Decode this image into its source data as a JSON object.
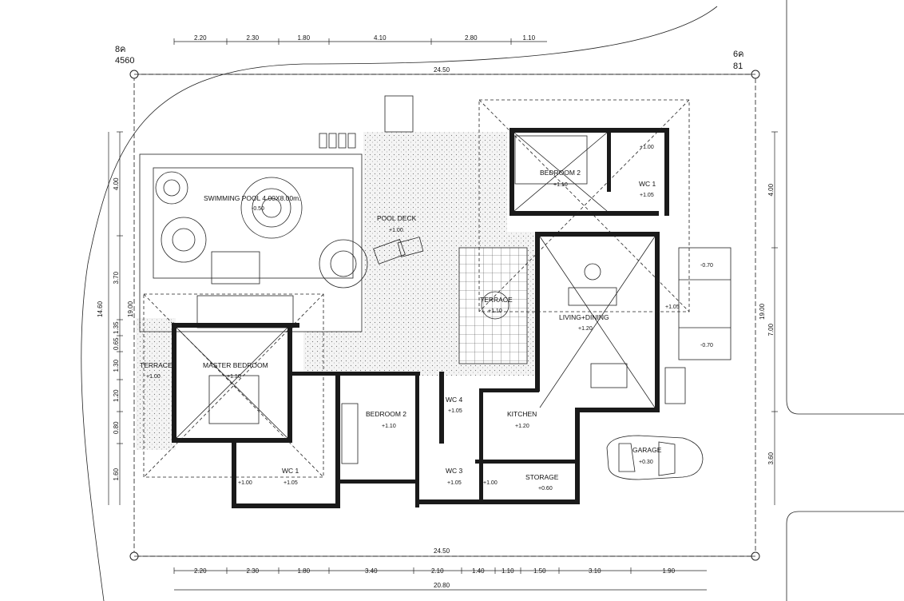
{
  "corner_labels": {
    "top_left_code": "8ค",
    "top_left_number": "4560",
    "top_right_code": "6ค",
    "top_right_number": "81"
  },
  "overall_dims": {
    "top": "24.50",
    "bottom": "24.50",
    "bottom_total": "20.80",
    "left_total": "14.60",
    "left_total_2": "19.00",
    "right_total": "19.00"
  },
  "top_dims": [
    "2.20",
    "2.30",
    "1.80",
    "4.10",
    "2.80",
    "1.10"
  ],
  "bottom_dims": [
    "2.20",
    "2.30",
    "1.80",
    "3.40",
    "2.10",
    "1.40",
    "1.10",
    "1.50",
    "3.10",
    "1.90"
  ],
  "left_dims": [
    "4.00",
    "3.70",
    "1.35",
    "0.65",
    "1.30",
    "1.20",
    "0.80",
    "1.60"
  ],
  "right_dims": [
    "4.00",
    "7.00",
    "3.60"
  ],
  "rooms": {
    "pool": "SWIMMING POOL 4.00X8.00m.",
    "pool_level": "-0.50",
    "pool_deck": "POOL DECK",
    "pool_deck_level": "+1.00",
    "bedroom2_top": "BEDROOM 2",
    "bedroom2_top_level": "+1.10",
    "wc1_top": "WC 1",
    "wc1_top_level": "+1.05",
    "wc1_top_step": "+1.00",
    "terrace_center": "TERRACE",
    "terrace_center_level": "+1.10",
    "living": "LIVING+DINING",
    "living_level": "+1.20",
    "terrace_left": "TERRACE",
    "terrace_left_level": "+1.00",
    "master": "MASTER BEDROOM",
    "master_level": "+1.10",
    "bedroom2_bottom": "BEDROOM 2",
    "bedroom2_bottom_level": "+1.10",
    "wc4": "WC 4",
    "wc4_level": "+1.05",
    "kitchen": "KITCHEN",
    "kitchen_level": "+1.20",
    "wc1_bottom": "WC 1",
    "wc1_bottom_level": "+1.05",
    "wc1_bottom_step": "+1.00",
    "wc3": "WC 3",
    "wc3_level": "+1.05",
    "wc3_step": "+1.00",
    "storage": "STORAGE",
    "storage_level": "+0.60",
    "garage": "GARAGE",
    "garage_level": "+0.30",
    "stair_top_level": "-0.70",
    "stair_bottom_level": "-0.70",
    "entry_level": "+1.05"
  }
}
